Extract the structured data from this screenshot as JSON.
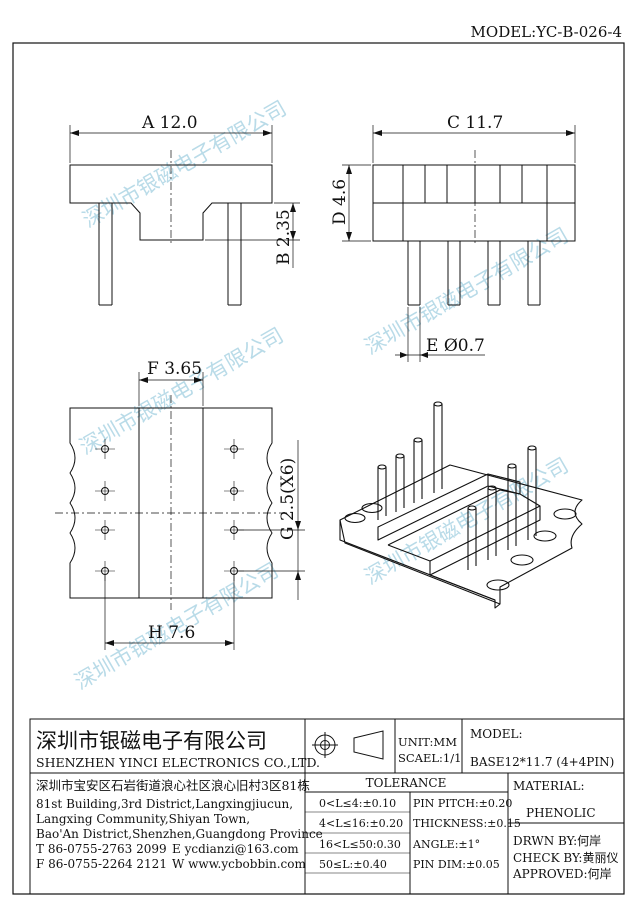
{
  "header": {
    "model": "MODEL:YC-B-026-4"
  },
  "dimensions": {
    "a": "A 12.0",
    "b": "B 2.35",
    "c": "C 11.7",
    "d": "D 4.6",
    "e": "E Ø0.7",
    "f": "F 3.65",
    "g": "G 2.5(X6)",
    "h": "H 7.6"
  },
  "watermark": "深圳市银磁电子有限公司",
  "title_block": {
    "company_cn": "深圳市银磁电子有限公司",
    "company_en": "SHENZHEN YINCI ELECTRONICS CO.,LTD.",
    "address_cn": "深圳市宝安区石岩街道浪心社区浪心旧村3区81栋",
    "address_en": [
      "81st Building,3rd District,Langxingjiucun,",
      "Langxing Community,Shiyan Town,",
      "Bao'An District,Shenzhen,Guangdong Province"
    ],
    "tel": "T 86-0755-2763 2099",
    "email": "E ycdianzi@163.com",
    "fax": "F 86-0755-2264 2121",
    "web": "W www.ycbobbin.com",
    "unit": "UNIT:MM",
    "scale": "SCAEL:1/1",
    "model_label": "MODEL:",
    "model_value": "BASE12*11.7 (4+4PIN)",
    "tolerance_title": "TOLERANCE",
    "tolerance_left": [
      "0<L≤4:±0.10",
      "4<L≤16:±0.20",
      "16<L≤50:0.30",
      "50≤L:±0.40"
    ],
    "tolerance_right": [
      "PIN PITCH:±0.20",
      "THICKNESS:±0.15",
      "ANGLE:±1°",
      "PIN DIM:±0.05"
    ],
    "material_label": "MATERIAL:",
    "material_value": "PHENOLIC",
    "drawn": "DRWN BY:何岸",
    "check": "CHECK BY:黄丽仪",
    "approved": "APPROVED:何岸"
  }
}
